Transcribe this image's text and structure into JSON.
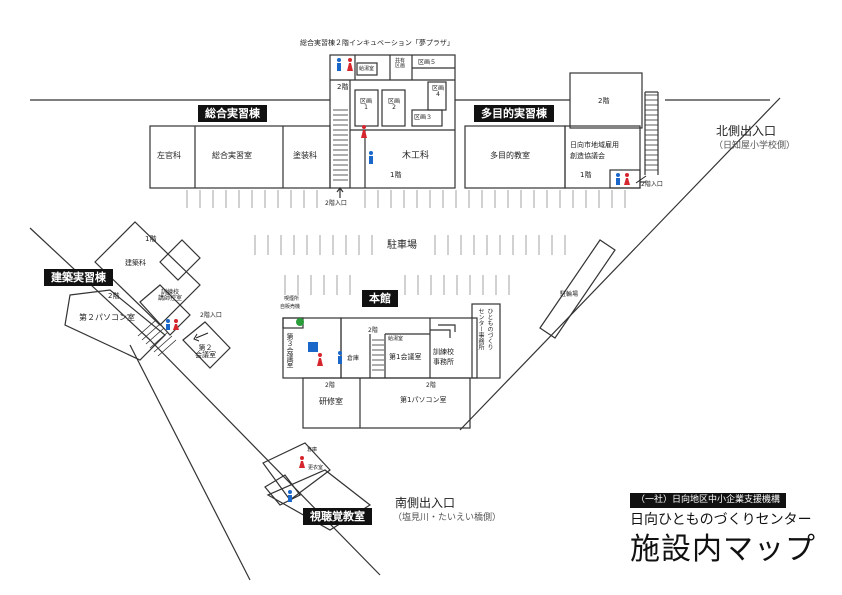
{
  "header_top": "総合実習棟２階インキュベーション「夢プラザ」",
  "buildings": {
    "sougou": "総合実習棟",
    "tamokuteki": "多目的実習棟",
    "kenchiku": "建築実習棟",
    "honkan": "本館",
    "shichoukaku": "視聴覚教室"
  },
  "rooms": {
    "sakan": "左官科",
    "sougou_room": "総合実習室",
    "tosou": "塗装科",
    "mokkou": "木工科",
    "floor1_a": "1階",
    "floor2_a": "2階",
    "entrance2_a": "2階入口",
    "kukaku1": "区画\n1",
    "kukaku2": "区画\n2",
    "kukaku3": "区画３",
    "kukaku4": "区画\n4",
    "kukaku5": "区画５",
    "kyoyu": "共有\n区画",
    "kyuto": "給湯室",
    "tamokuteki_room": "多目的教室",
    "koyou1": "日向市地域雇用",
    "koyou2": "創造協議会",
    "floor1_b": "1階",
    "floor2_b": "2階",
    "entrance2_b": "2階入口",
    "parking": "駐車場",
    "bicycle": "駐輪場",
    "kenchiku_room": "建築科",
    "floor1_c": "1階",
    "floor2_c": "2階",
    "kunren_koushi": "訓練校\n講師控室",
    "pc2": "第２パソコン室",
    "kaigi2": "第２\n会議室",
    "entrance2_c": "2階入口",
    "kitsuen1": "喫煙所",
    "kitsuen2": "自販売機",
    "kaigi3": "第３会議室",
    "kyuto2": "給湯室",
    "kaigi1": "第1会議室",
    "floor2_d": "2階",
    "kunrenkou_jimu1": "訓練校",
    "kunrenkou_jimu2": "事務所",
    "hitomono1": "ひとものづくり",
    "hitomono2": "センター事務所",
    "floor2_e": "2階",
    "kenshu": "研修室",
    "floor2_f": "2階",
    "pc1": "第1パソコン室",
    "sekkyo": "倉庫",
    "av_small1": "倉庫",
    "av_small2": "更衣室"
  },
  "entrances": {
    "north1": "北側出入口",
    "north2": "（日知屋小学校側）",
    "south1": "南側出入口",
    "south2": "（塩見川・たいえい橋側）"
  },
  "title_block": {
    "org": "（一社）日向地区中小企業支援機構",
    "center": "日向ひとものづくりセンター",
    "title": "施設内マップ"
  },
  "colors": {
    "line": "#333333",
    "label_bg": "#111111",
    "toilet_male": "#1a66c9",
    "toilet_female": "#d6262d",
    "accessible": "#1a66c9",
    "vending": "#2a9d3a"
  }
}
